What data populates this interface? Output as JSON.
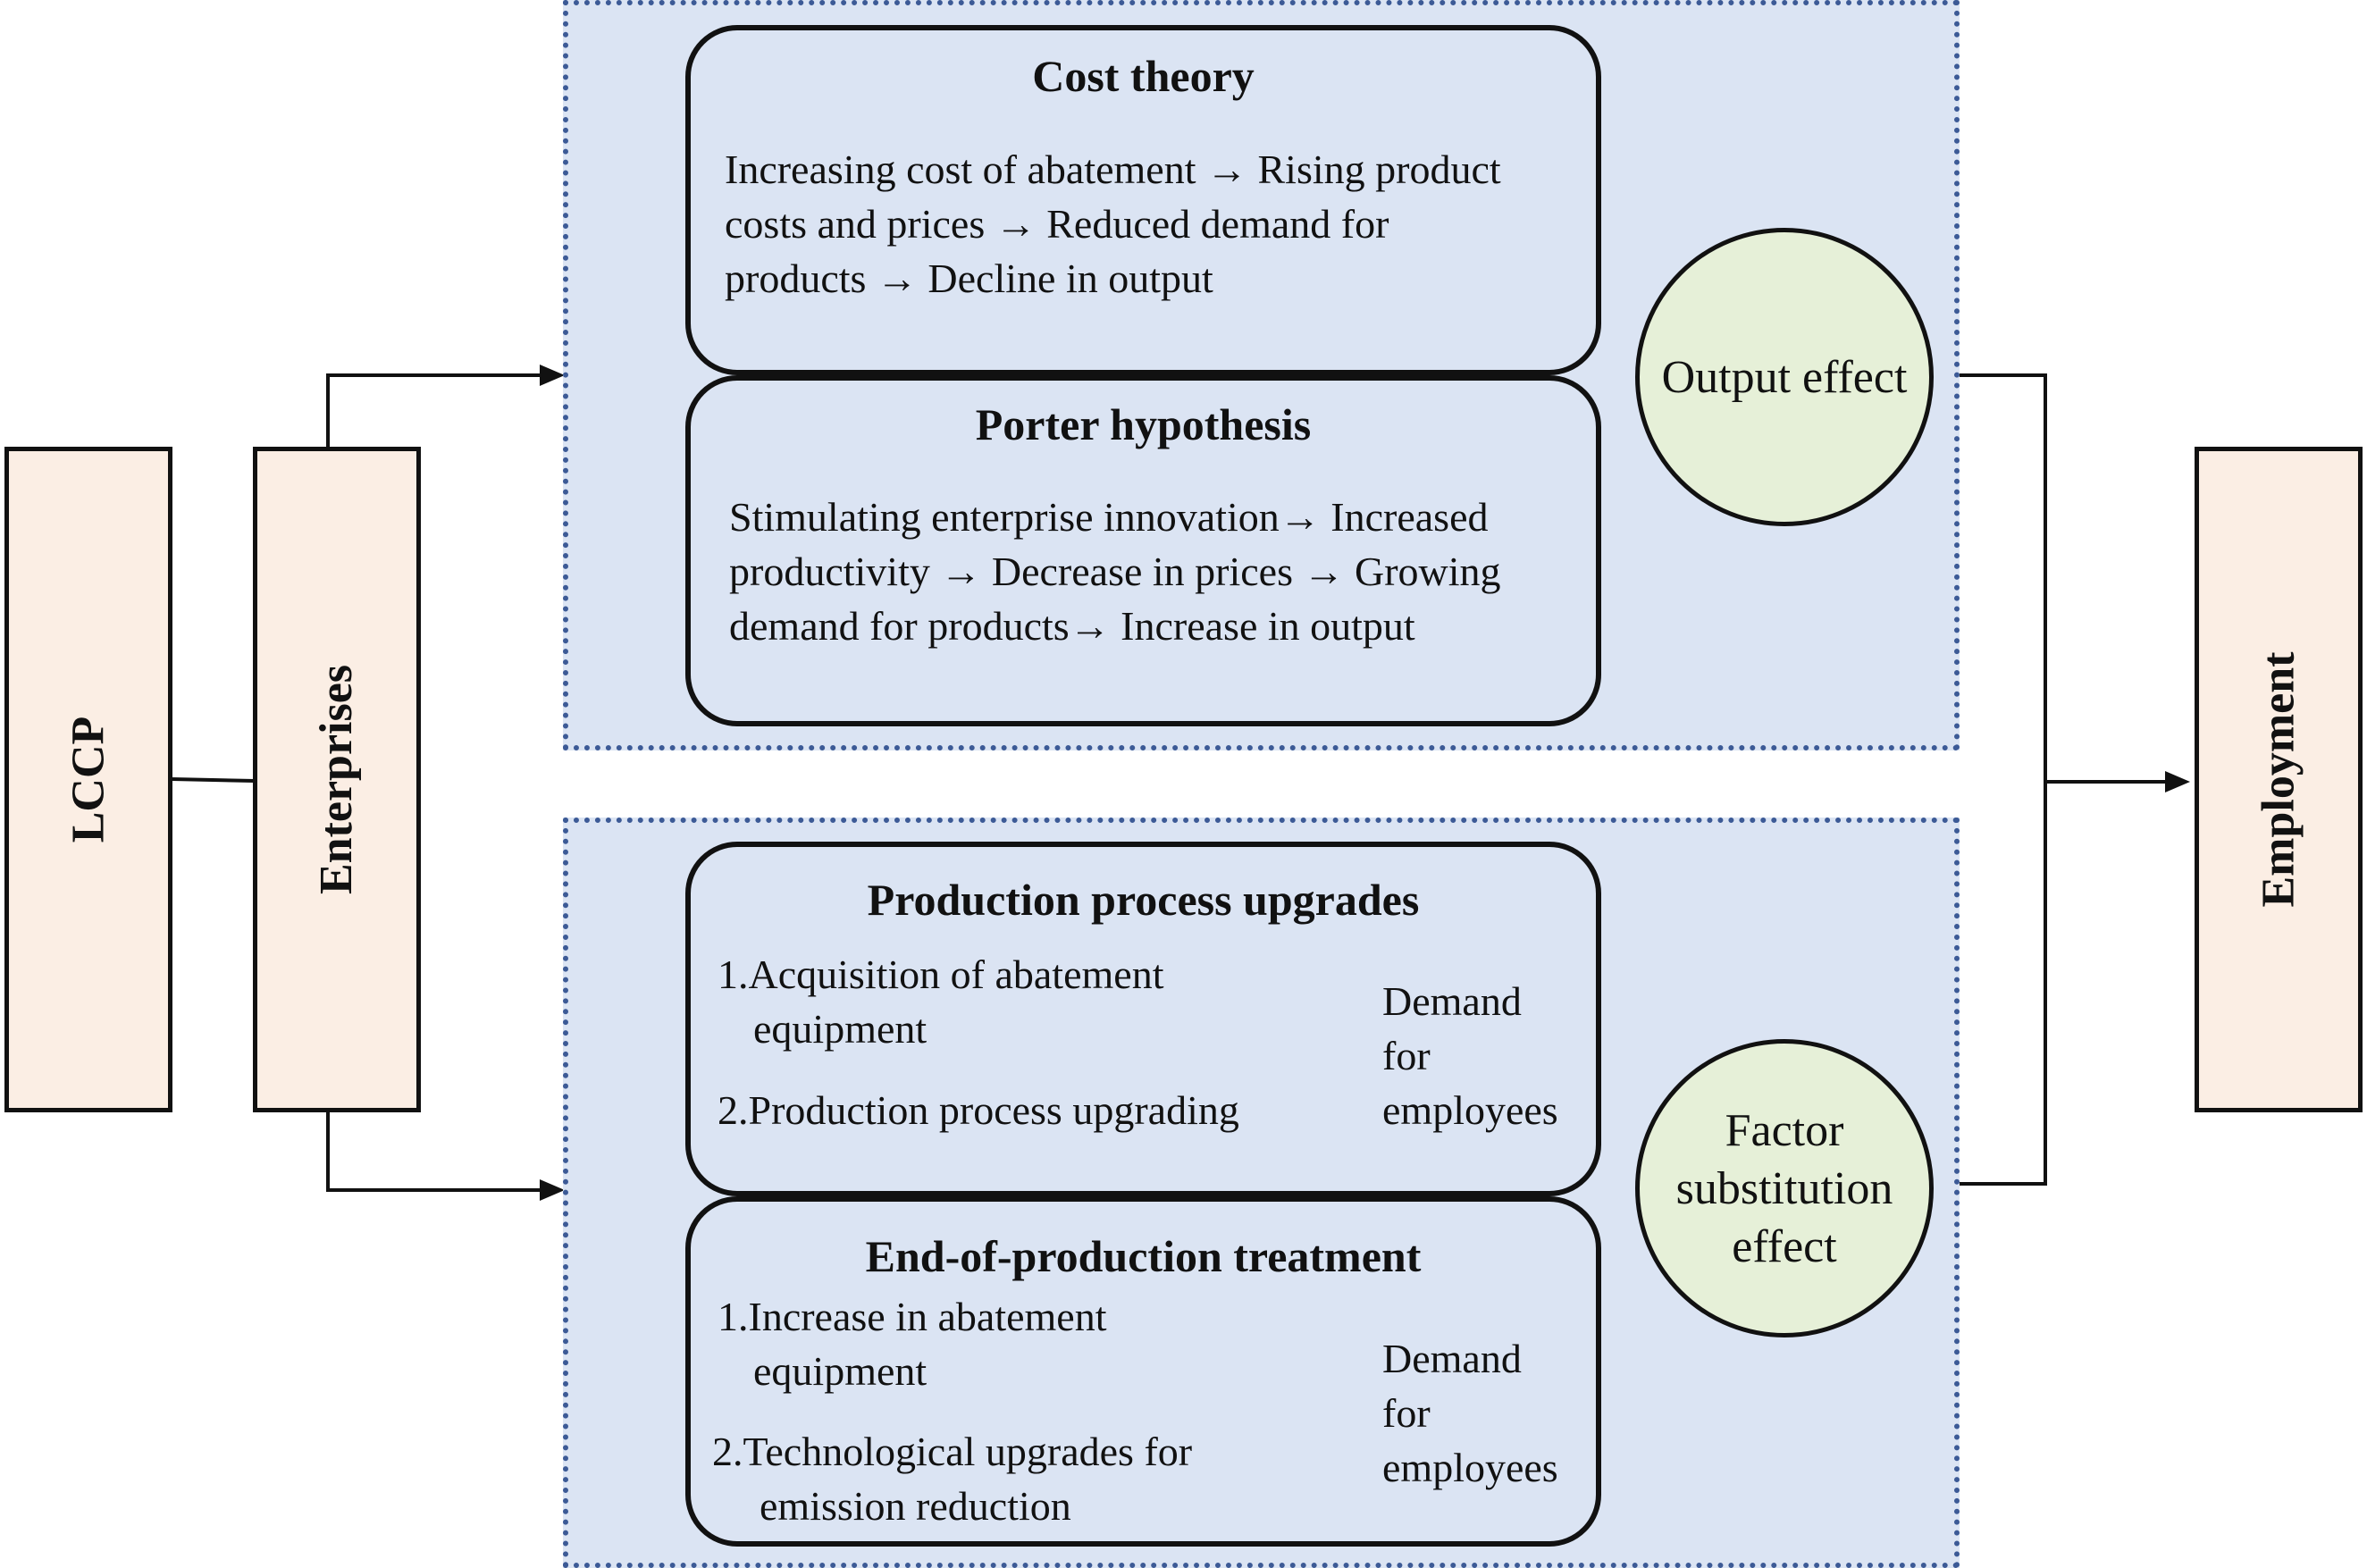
{
  "left": {
    "lccp": "LCCP",
    "enterprises": "Enterprises"
  },
  "right": {
    "employment": "Employment"
  },
  "top": {
    "cost": {
      "title": "Cost theory",
      "lines": [
        "Increasing cost of abatement → Rising product",
        "costs and prices → Reduced demand for",
        "products → Decline in output"
      ]
    },
    "porter": {
      "title": "Porter hypothesis",
      "lines": [
        "Stimulating enterprise innovation→ Increased",
        "productivity → Decrease in prices → Growing",
        "demand for products→ Increase in output"
      ]
    },
    "effect": "Output effect"
  },
  "bottom": {
    "production": {
      "title": "Production process upgrades",
      "item1_line1": "1.Acquisition of abatement",
      "item1_line2": "equipment",
      "item2": "2.Production process upgrading",
      "demand": "Demand\nfor\nemployees"
    },
    "end": {
      "title": "End-of-production treatment",
      "item1_line1": "1.Increase in abatement",
      "item1_line2": "equipment",
      "item2_line1": "2.Technological upgrades for",
      "item2_line2": "emission reduction",
      "demand": "Demand\nfor\nemployees"
    },
    "effect": "Factor\nsubstitution\neffect"
  }
}
